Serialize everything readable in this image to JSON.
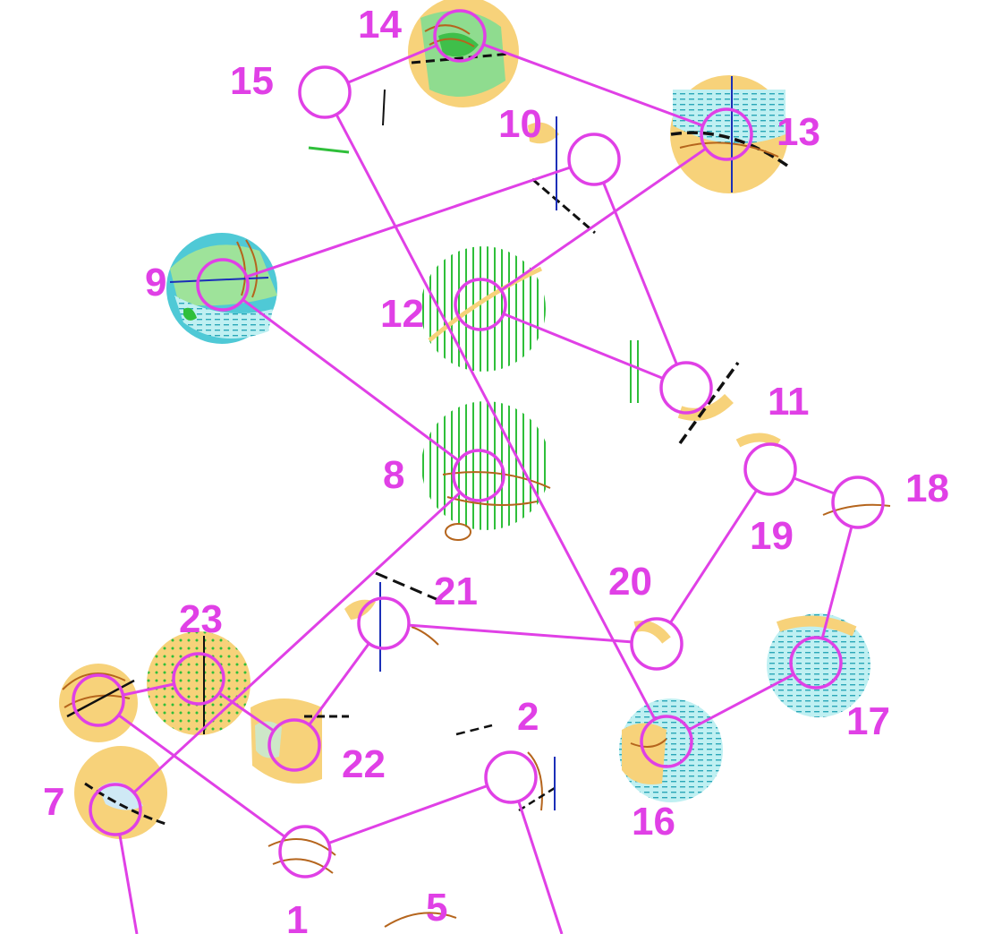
{
  "colors": {
    "course": "#e040e6",
    "forest": "#2fbf3a",
    "open": "#f7d27a",
    "water": "#4fc9d6",
    "contour": "#b5651d",
    "path": "#111111"
  },
  "controls": [
    {
      "id": "1",
      "label": "1"
    },
    {
      "id": "2",
      "label": "2"
    },
    {
      "id": "5",
      "label": "5"
    },
    {
      "id": "7",
      "label": "7"
    },
    {
      "id": "8",
      "label": "8"
    },
    {
      "id": "9",
      "label": "9"
    },
    {
      "id": "10",
      "label": "10"
    },
    {
      "id": "11",
      "label": "11"
    },
    {
      "id": "12",
      "label": "12"
    },
    {
      "id": "13",
      "label": "13"
    },
    {
      "id": "14",
      "label": "14"
    },
    {
      "id": "15",
      "label": "15"
    },
    {
      "id": "16",
      "label": "16"
    },
    {
      "id": "17",
      "label": "17"
    },
    {
      "id": "18",
      "label": "18"
    },
    {
      "id": "19",
      "label": "19"
    },
    {
      "id": "20",
      "label": "20"
    },
    {
      "id": "21",
      "label": "21"
    },
    {
      "id": "22",
      "label": "22"
    },
    {
      "id": "23",
      "label": "23"
    }
  ],
  "legs": [
    [
      "c7",
      "c8"
    ],
    [
      "c8",
      "c9"
    ],
    [
      "c9",
      "c10"
    ],
    [
      "c10",
      "c11"
    ],
    [
      "c11",
      "c12"
    ],
    [
      "c12",
      "c13"
    ],
    [
      "c13",
      "c14"
    ],
    [
      "c14",
      "c15"
    ],
    [
      "c15",
      "c16"
    ],
    [
      "c16",
      "c17"
    ],
    [
      "c17",
      "c18"
    ],
    [
      "c18",
      "c19"
    ],
    [
      "c19",
      "c20"
    ],
    [
      "c20",
      "c21"
    ],
    [
      "c21",
      "c22"
    ],
    [
      "c22",
      "c23"
    ],
    [
      "c23",
      "c24"
    ],
    [
      "c24",
      "c1"
    ],
    [
      "c1",
      "c2"
    ],
    [
      "c7",
      "c7off"
    ],
    [
      "c2",
      "c2off"
    ]
  ]
}
